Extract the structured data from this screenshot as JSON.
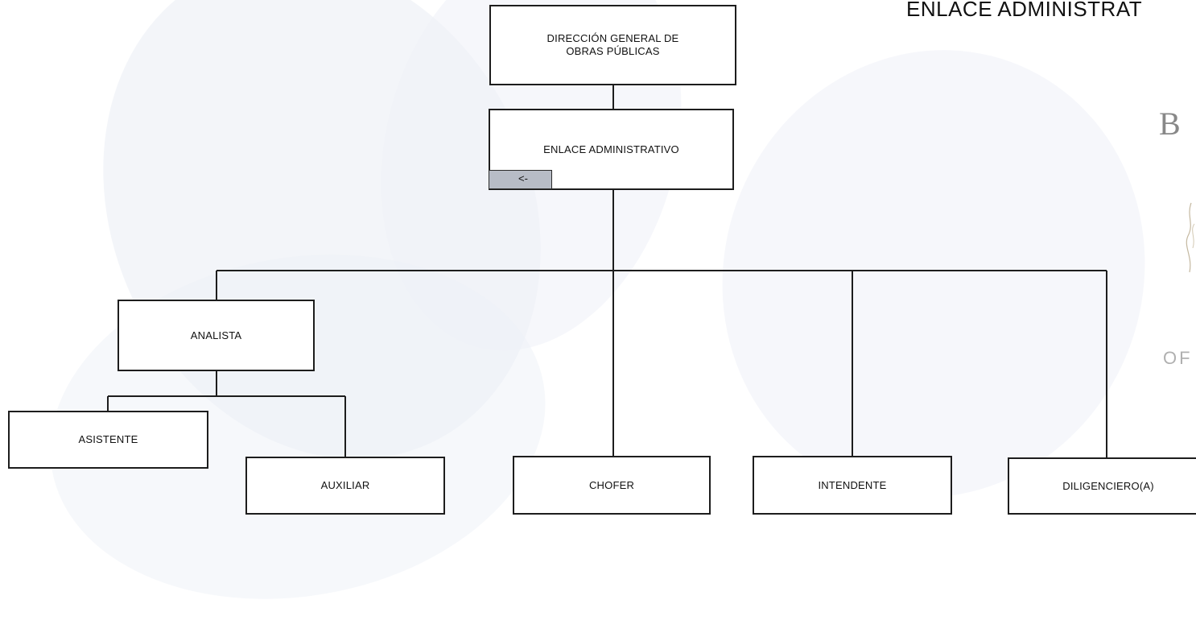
{
  "header": {
    "title": "ENLACE ADMINISTRAT"
  },
  "side": {
    "letter": "B",
    "text": "OF"
  },
  "nodes": {
    "direccion": "DIRECCIÓN GENERAL DE\nOBRAS PÚBLICAS",
    "enlace": "ENLACE ADMINISTRATIVO",
    "analista": "ANALISTA",
    "asistente": "ASISTENTE",
    "auxiliar": "AUXILIAR",
    "chofer": "CHOFER",
    "intendente": "INTENDENTE",
    "diligenciero": "DILIGENCIERO(A)"
  },
  "back_button": {
    "label": "<-"
  },
  "colors": {
    "line": "#1d1d1d",
    "back_button_fill": "#b7bcc6",
    "watermark": "#eef1f7"
  }
}
